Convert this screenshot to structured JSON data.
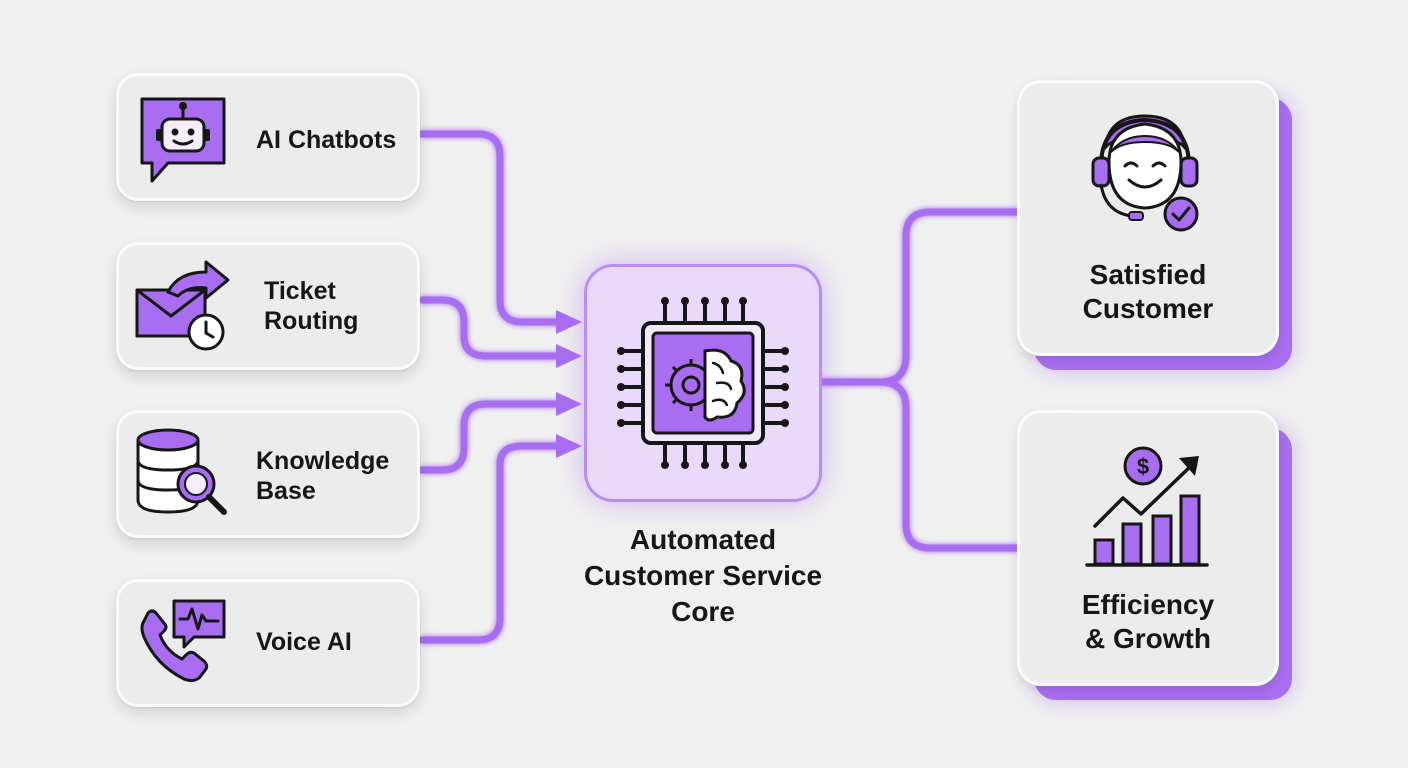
{
  "inputs": [
    {
      "label": "AI Chatbots",
      "icon": "robot-chat-icon"
    },
    {
      "label": "Ticket\nRouting",
      "icon": "mail-routing-icon"
    },
    {
      "label": "Knowledge\nBase",
      "icon": "database-search-icon"
    },
    {
      "label": "Voice AI",
      "icon": "phone-voice-icon"
    }
  ],
  "core": {
    "label": "Automated\nCustomer Service\nCore",
    "icon": "chip-brain-gear-icon"
  },
  "outputs": [
    {
      "label": "Satisfied\nCustomer",
      "icon": "headset-agent-icon"
    },
    {
      "label": "Efficiency\n& Growth",
      "icon": "growth-chart-icon"
    }
  ],
  "colors": {
    "accent": "#a86df0",
    "accent_light": "#e9dafb",
    "ink": "#161616",
    "card": "#ececec"
  }
}
